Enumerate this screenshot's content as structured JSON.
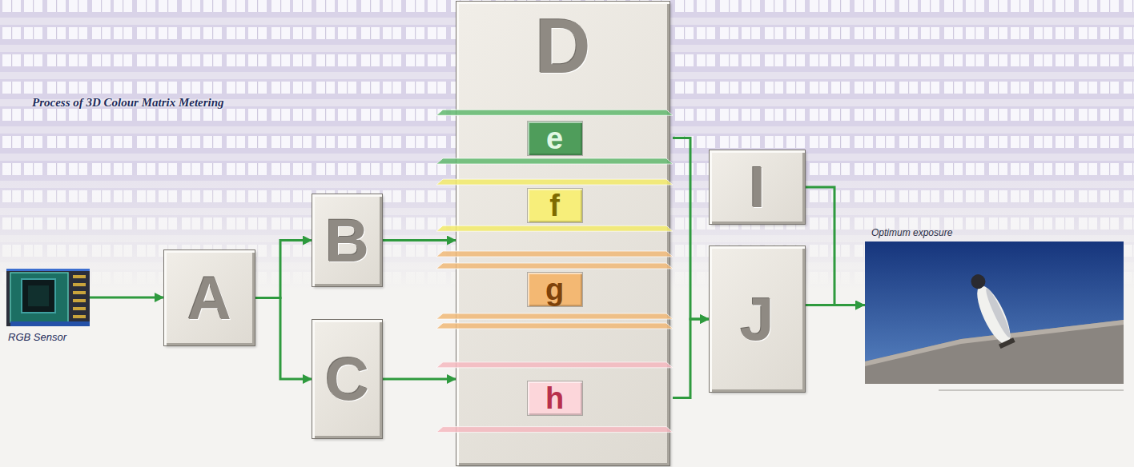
{
  "diagram": {
    "title": "Process of 3D Colour Matrix Metering",
    "nodes": [
      {
        "text": [
          "RGB Sensor"
        ]
      },
      {
        "text": [
          "A"
        ]
      },
      {
        "text": [
          "B"
        ]
      },
      {
        "text": [
          "C"
        ]
      },
      {
        "text": [
          "D"
        ]
      },
      {
        "text": [
          "e"
        ],
        "in": 4
      },
      {
        "text": [
          "f"
        ],
        "in": 4
      },
      {
        "text": [
          "g"
        ],
        "in": 4
      },
      {
        "text": [
          "h"
        ],
        "in": 4
      },
      {
        "text": [
          "I"
        ]
      },
      {
        "text": [
          "J"
        ]
      },
      {
        "text": [
          "Optimum exposure"
        ]
      }
    ],
    "edges": [
      {
        "from": 0,
        "to": 1,
        "arrow": "to"
      },
      {
        "from": 1,
        "to": 2,
        "arrow": "to"
      },
      {
        "from": 1,
        "to": 3,
        "arrow": "to"
      },
      {
        "from": 2,
        "to": 4,
        "arrow": "to"
      },
      {
        "from": 3,
        "to": 4,
        "arrow": "to"
      },
      {
        "from": 5,
        "to": 10,
        "arrow": "to"
      },
      {
        "from": 8,
        "to": 10,
        "arrow": "to"
      },
      {
        "from": 9,
        "to": 11,
        "arrow": "to"
      },
      {
        "from": 10,
        "to": 11,
        "arrow": "to"
      }
    ]
  }
}
